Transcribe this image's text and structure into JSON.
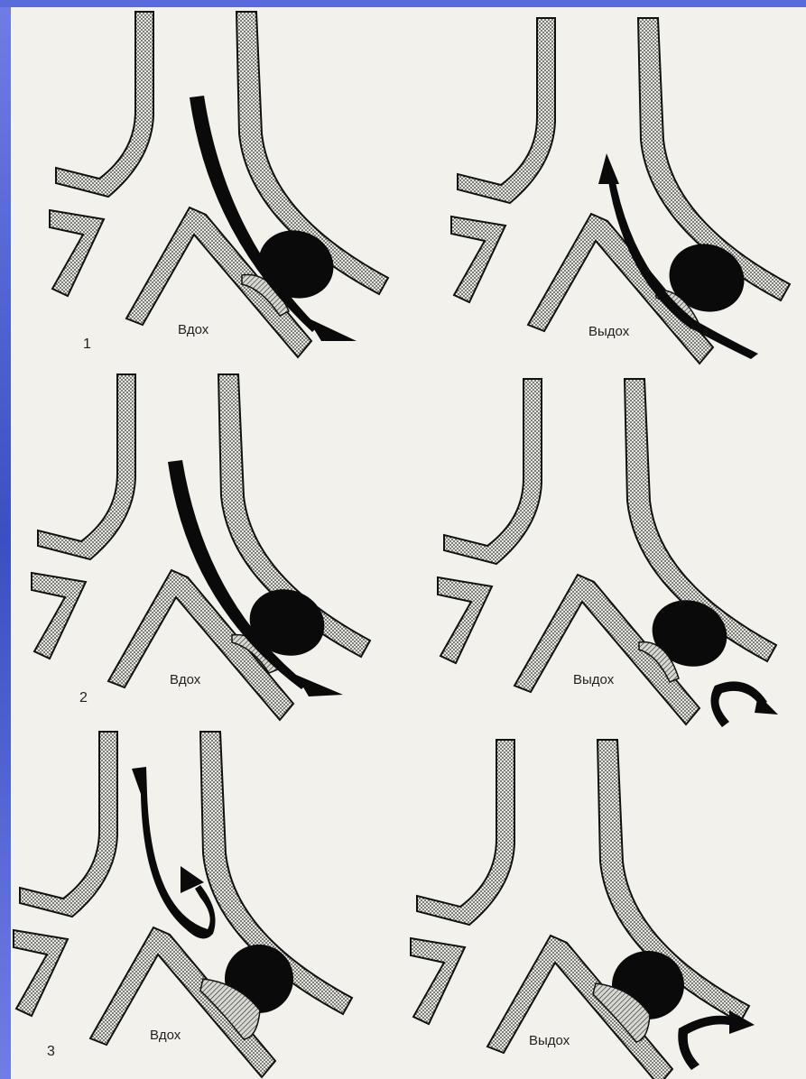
{
  "rows": [
    {
      "number": "1",
      "inhale": "Вдох",
      "exhale": "Выдох"
    },
    {
      "number": "2",
      "inhale": "Вдох",
      "exhale": "Выдох"
    },
    {
      "number": "3",
      "inhale": "Вдох",
      "exhale": "Выдох"
    }
  ],
  "colors": {
    "background": "#4a5fd0",
    "paper": "#f2f1ec",
    "wall_fill": "#d6d6d0",
    "wall_stroke": "#111111",
    "obstruction": "#0a0a0a"
  }
}
